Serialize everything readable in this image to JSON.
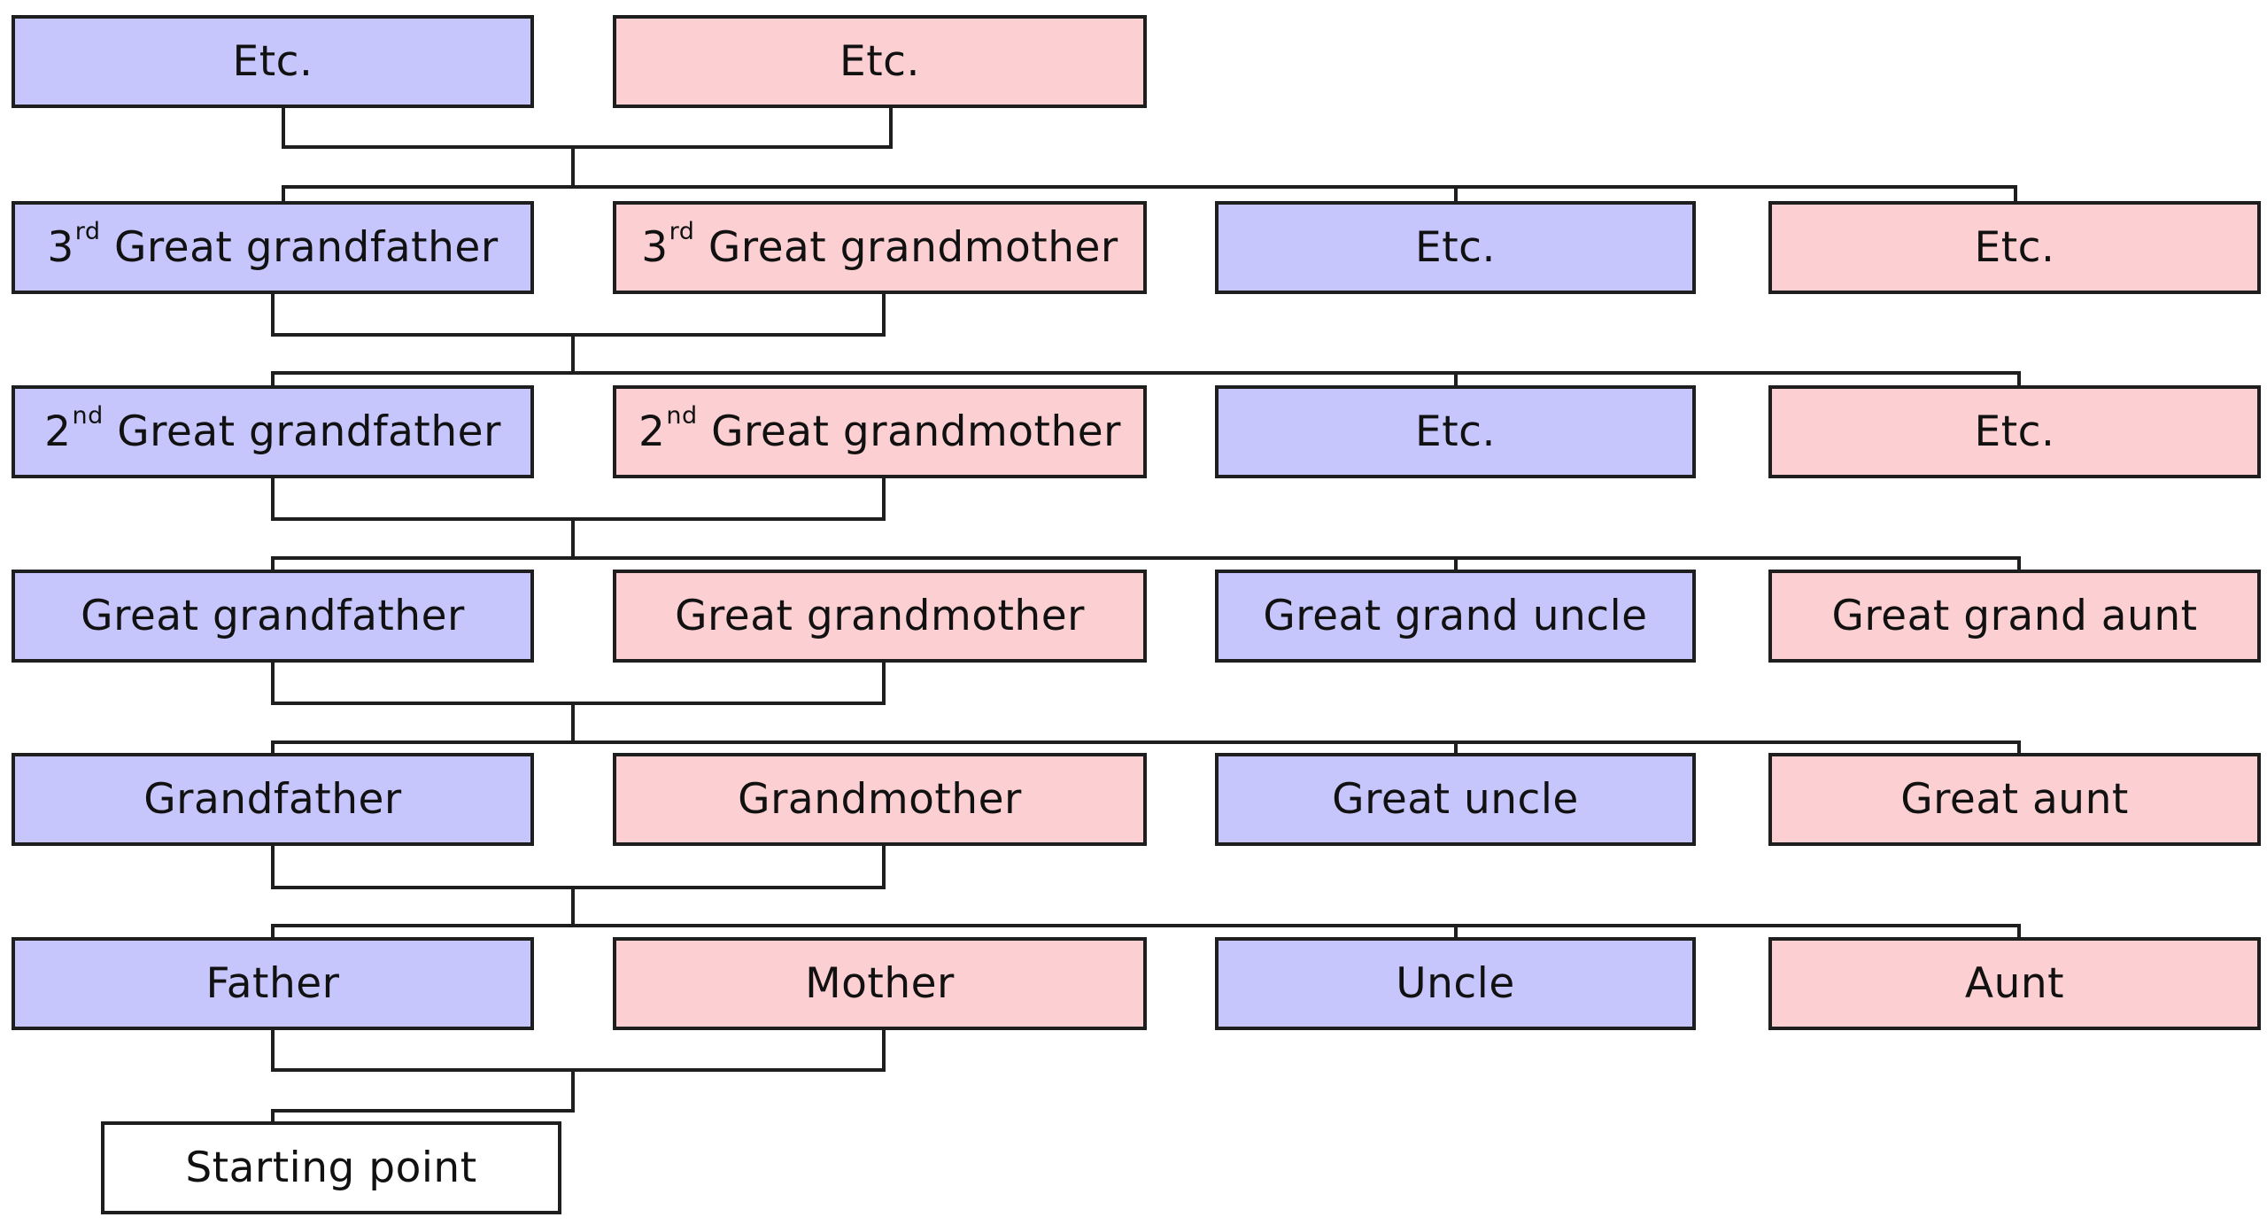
{
  "diagram": {
    "rows": [
      [
        {
          "name": "person-etc-male-top",
          "prefix": "",
          "sup": "",
          "label": "Etc.",
          "gender": "male"
        },
        {
          "name": "person-etc-female-top",
          "prefix": "",
          "sup": "",
          "label": "Etc.",
          "gender": "female"
        }
      ],
      [
        {
          "name": "person-3rd-great-grandfather",
          "prefix": "3",
          "sup": "rd",
          "label": " Great grandfather",
          "gender": "male"
        },
        {
          "name": "person-3rd-great-grandmother",
          "prefix": "3",
          "sup": "rd",
          "label": " Great grandmother",
          "gender": "female"
        },
        {
          "name": "person-etc-male-row2",
          "prefix": "",
          "sup": "",
          "label": "Etc.",
          "gender": "male"
        },
        {
          "name": "person-etc-female-row2",
          "prefix": "",
          "sup": "",
          "label": "Etc.",
          "gender": "female"
        }
      ],
      [
        {
          "name": "person-2nd-great-grandfather",
          "prefix": "2",
          "sup": "nd",
          "label": " Great grandfather",
          "gender": "male"
        },
        {
          "name": "person-2nd-great-grandmother",
          "prefix": "2",
          "sup": "nd",
          "label": " Great grandmother",
          "gender": "female"
        },
        {
          "name": "person-etc-male-row3",
          "prefix": "",
          "sup": "",
          "label": "Etc.",
          "gender": "male"
        },
        {
          "name": "person-etc-female-row3",
          "prefix": "",
          "sup": "",
          "label": "Etc.",
          "gender": "female"
        }
      ],
      [
        {
          "name": "person-great-grandfather",
          "prefix": "",
          "sup": "",
          "label": "Great grandfather",
          "gender": "male"
        },
        {
          "name": "person-great-grandmother",
          "prefix": "",
          "sup": "",
          "label": "Great grandmother",
          "gender": "female"
        },
        {
          "name": "person-great-grand-uncle",
          "prefix": "",
          "sup": "",
          "label": "Great grand uncle",
          "gender": "male"
        },
        {
          "name": "person-great-grand-aunt",
          "prefix": "",
          "sup": "",
          "label": "Great grand aunt",
          "gender": "female"
        }
      ],
      [
        {
          "name": "person-grandfather",
          "prefix": "",
          "sup": "",
          "label": "Grandfather",
          "gender": "male"
        },
        {
          "name": "person-grandmother",
          "prefix": "",
          "sup": "",
          "label": "Grandmother",
          "gender": "female"
        },
        {
          "name": "person-great-uncle",
          "prefix": "",
          "sup": "",
          "label": "Great uncle",
          "gender": "male"
        },
        {
          "name": "person-great-aunt",
          "prefix": "",
          "sup": "",
          "label": "Great aunt",
          "gender": "female"
        }
      ],
      [
        {
          "name": "person-father",
          "prefix": "",
          "sup": "",
          "label": "Father",
          "gender": "male"
        },
        {
          "name": "person-mother",
          "prefix": "",
          "sup": "",
          "label": "Mother",
          "gender": "female"
        },
        {
          "name": "person-uncle",
          "prefix": "",
          "sup": "",
          "label": "Uncle",
          "gender": "male"
        },
        {
          "name": "person-aunt",
          "prefix": "",
          "sup": "",
          "label": "Aunt",
          "gender": "female"
        }
      ],
      [
        {
          "name": "person-starting-point",
          "prefix": "",
          "sup": "",
          "label": "Starting point",
          "gender": "self"
        }
      ]
    ]
  },
  "colors": {
    "male": "#c6c6fc",
    "female": "#fcd0d2",
    "self": "#ffffff",
    "line": "#1e1e1e"
  }
}
